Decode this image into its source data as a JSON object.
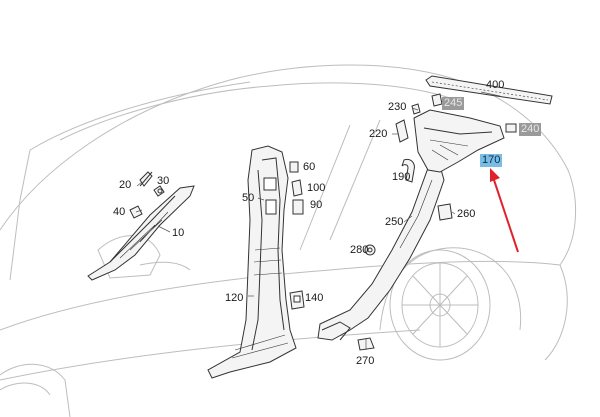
{
  "labels": {
    "l400": "400",
    "l245": "245",
    "l230": "230",
    "l240": "240",
    "l220": "220",
    "l170": "170",
    "l60": "60",
    "l20": "20",
    "l30": "30",
    "l190": "190",
    "l100": "100",
    "l50": "50",
    "l90": "90",
    "l260": "260",
    "l40": "40",
    "l250": "250",
    "l10": "10",
    "l280": "280",
    "l120": "120",
    "l140": "140",
    "l270": "270"
  },
  "colors": {
    "line": "#b8b8b8",
    "part_outline": "#333333",
    "highlight_grey": "#9a9a9a",
    "highlight_blue": "#79bde6",
    "arrow": "#e0202a"
  }
}
